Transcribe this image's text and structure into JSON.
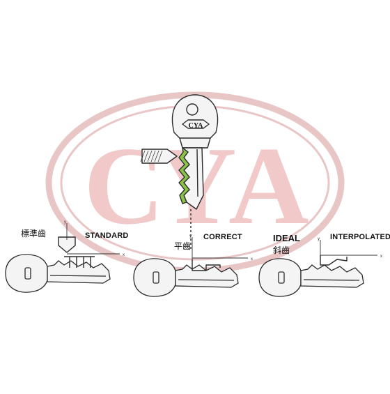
{
  "watermark": {
    "letters": [
      "C",
      "Y",
      "A"
    ],
    "ring_color": "#e8c6c6",
    "letter_color": "#f2c9c9"
  },
  "key_head_stamp": "CYA",
  "colors": {
    "line": "#2a2a2a",
    "key_fill": "#f4f4f4",
    "cut_highlight": "#8bc34a",
    "axis": "#333333"
  },
  "panels": [
    {
      "id": "standard",
      "label_cn": "標準齒",
      "label_en": "STANDARD",
      "axis_x": "x",
      "axis_y": "y"
    },
    {
      "id": "correct",
      "label_cn": "平齒",
      "label_en": "CORRECT",
      "axis_x": "x",
      "axis_y": "y"
    },
    {
      "id": "ideal",
      "label_cn": "斜齒",
      "label_heading": "IDEAL",
      "label_en": "INTERPOLATED",
      "axis_x": "x",
      "axis_y": "y"
    }
  ]
}
